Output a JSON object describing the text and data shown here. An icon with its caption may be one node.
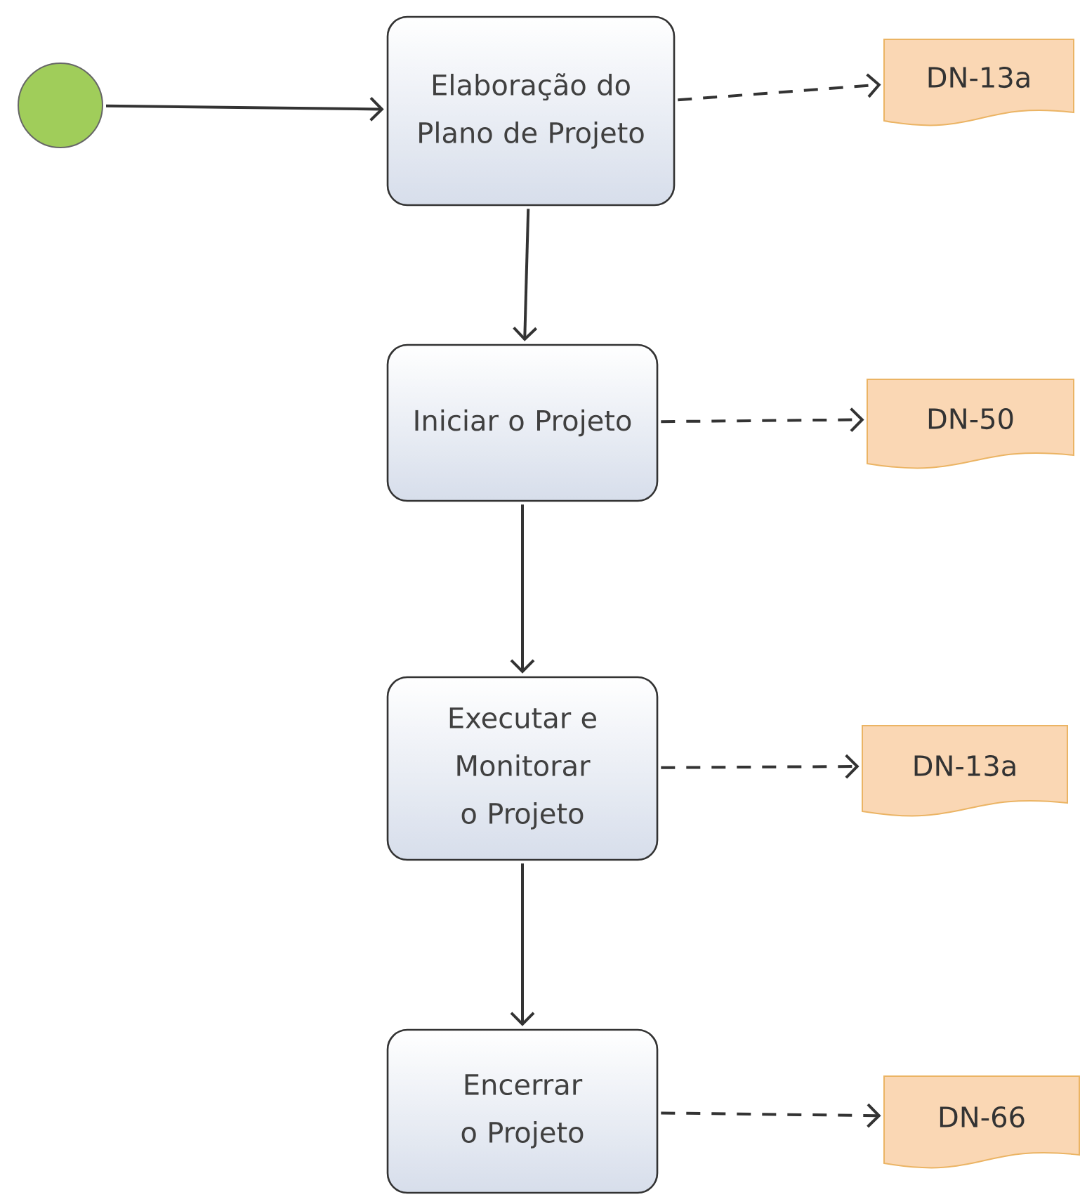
{
  "diagram": {
    "nodes": [
      {
        "text": [],
        "shape": "circle"
      },
      {
        "text": [
          "Elaboração do Plano de Projeto"
        ]
      },
      {
        "text": [
          "DN-13a"
        ]
      },
      {
        "text": [
          "Iniciar o Projeto"
        ]
      },
      {
        "text": [
          "DN-50"
        ]
      },
      {
        "text": [
          "Executar e Monitorar o Projeto"
        ]
      },
      {
        "text": [
          "DN-13a"
        ]
      },
      {
        "text": [
          "Encerrar o Projeto"
        ]
      },
      {
        "text": [
          "DN-66"
        ]
      }
    ],
    "edges": [
      {
        "from": 0,
        "to": 1,
        "arrow": "to"
      },
      {
        "from": 1,
        "to": 2,
        "arrow": "to",
        "style": "dashed"
      },
      {
        "from": 1,
        "to": 3,
        "arrow": "to"
      },
      {
        "from": 3,
        "to": 4,
        "arrow": "to",
        "style": "dashed"
      },
      {
        "from": 3,
        "to": 5,
        "arrow": "to"
      },
      {
        "from": 5,
        "to": 6,
        "arrow": "to",
        "style": "dashed"
      },
      {
        "from": 5,
        "to": 7,
        "arrow": "to"
      },
      {
        "from": 7,
        "to": 8,
        "arrow": "to",
        "style": "dashed"
      }
    ]
  }
}
